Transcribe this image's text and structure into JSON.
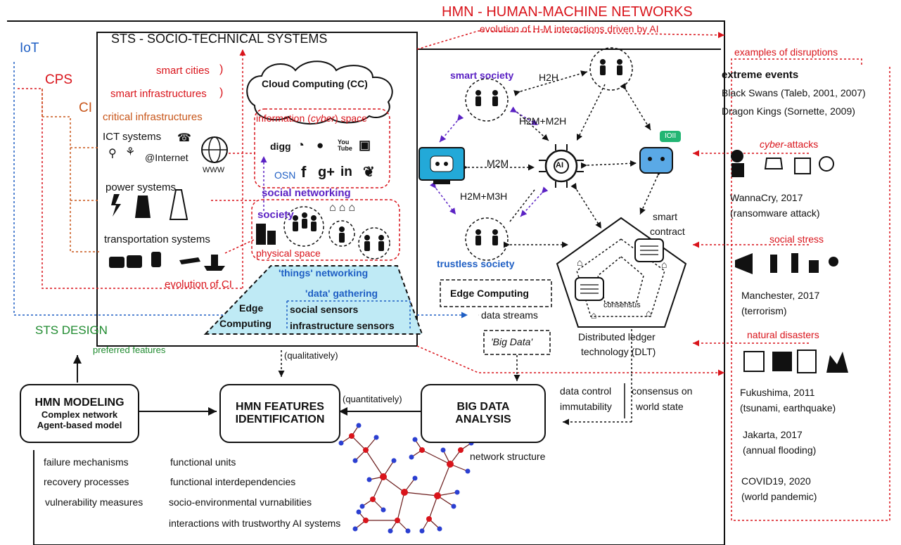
{
  "header": {
    "hmn_title": "HMN - HUMAN-MACHINE NETWORKS",
    "evolution_label": "evolution of H-M interactions driven by AI",
    "sts_title": "STS - SOCIO-TECHNICAL SYSTEMS"
  },
  "left": {
    "iot": "IoT",
    "cps": "CPS",
    "ci": "CI",
    "critical_infrastructures": "critical infrastructures",
    "smart_cities": "smart cities",
    "smart_infrastructures": "smart infrastructures",
    "ict_systems": "ICT  systems",
    "internet": "@Internet",
    "www": "WWW",
    "power_systems": "power systems",
    "transportation_systems": "transportation systems",
    "evolution_ci": "evolution of CI",
    "sts_design": "STS DESIGN",
    "preferred_features": "preferred features"
  },
  "center": {
    "cloud": "Cloud Computing (CC)",
    "cyber_space_prefix": "information (",
    "cyber_space_italic": "cyber",
    "cyber_space_suffix": ") space",
    "osn": "OSN",
    "social_networking": "social networking",
    "society": "society",
    "physical_space": "physical space",
    "things_networking": "'things' networking",
    "data_gathering": "'data' gathering",
    "edge": "Edge",
    "computing": "Computing",
    "social_sensors": "social sensors",
    "infrastructure_sensors": "infrastructure sensors",
    "social_icons": [
      "digg",
      "rss",
      "blogger",
      "You Tube",
      "instagram",
      "f",
      "g+",
      "in",
      "twitter"
    ]
  },
  "network": {
    "smart_society": "smart society",
    "trustless_society": "trustless society",
    "h2h": "H2H",
    "h2m_m2h": "H2M+M2H",
    "m2m": "M2M",
    "h2m_m3h": "H2M+M3H",
    "ai": "AI",
    "ioi": "IOII",
    "smart_contract_1": "smart",
    "smart_contract_2": "contract",
    "consensus": "consensus",
    "dlt_1": "Distributed ledger",
    "dlt_2": "technology (DLT)",
    "edge_computing": "Edge Computing",
    "data_streams": "data streams",
    "big_data_quote": "'Big Data'"
  },
  "bottom": {
    "qualitatively": "(qualitatively)",
    "quantitatively": "(quantitatively)",
    "hmn_modeling": "HMN MODELING",
    "complex_network": "Complex network",
    "agent_based": "Agent-based model",
    "features_1": "HMN FEATURES",
    "features_2": "IDENTIFICATION",
    "big_data_1": "BIG DATA",
    "big_data_2": "ANALYSIS",
    "data_control_1": "data control",
    "data_control_2": "immutability",
    "consensus_on_1": "consensus on",
    "consensus_on_2": "world state",
    "network_structure": "network structure",
    "list_left": [
      "failure mechanisms",
      "recovery processes",
      "vulnerability measures"
    ],
    "list_mid": [
      "functional units",
      "functional interdependencies",
      "socio-environmental vurnabilities",
      "interactions with trustworthy AI systems"
    ]
  },
  "right": {
    "examples": "examples of disruptions",
    "extreme_events": "extreme events",
    "black_swans": "Black Swans (Taleb, 2001, 2007)",
    "dragon_kings": "Dragon Kings (Sornette, 2009)",
    "cyber_attacks_italic": "cyber",
    "cyber_attacks_suffix": "-attacks",
    "wannacry": "WannaCry, 2017",
    "ransomware": "(ransomware attack)",
    "social_stress": "social stress",
    "manchester": "Manchester, 2017",
    "terrorism": "(terrorism)",
    "natural_disasters": "natural disasters",
    "fukushima": "Fukushima, 2011",
    "tsunami": "(tsunami, earthquake)",
    "jakarta": "Jakarta, 2017",
    "flooding": "(annual flooding)",
    "covid": "COVID19, 2020",
    "pandemic": "(world pandemic)"
  },
  "colors": {
    "red": "#d9141b",
    "orange": "#c8561a",
    "blue": "#1f5fc4",
    "purple": "#5b22c4",
    "green": "#1e8a2e",
    "cyan": "#bfeaf5"
  }
}
